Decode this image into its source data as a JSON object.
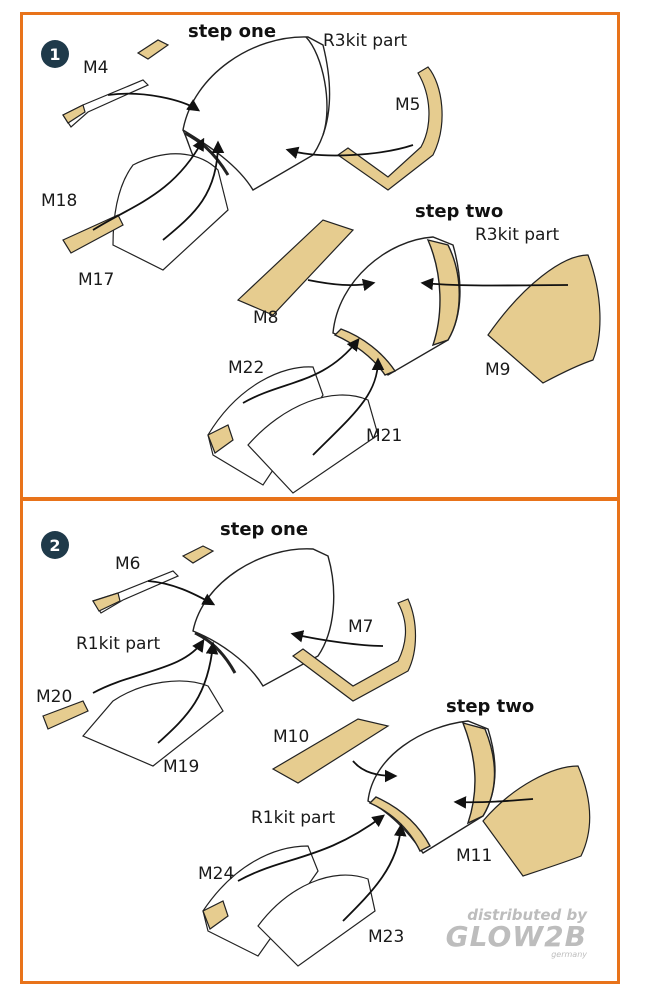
{
  "colors": {
    "border": "#e8731a",
    "part_fill": "#e6cc8f",
    "badge": "#1f3a4a"
  },
  "panel1": {
    "badge": "1",
    "step_one": "step one",
    "step_two": "step two",
    "labels": {
      "m4": "M4",
      "r3_top": "R3kit part",
      "m5": "M5",
      "m18": "M18",
      "m17": "M17",
      "r3_mid": "R3kit part",
      "m8": "M8",
      "m9": "M9",
      "m22": "M22",
      "m21": "M21"
    }
  },
  "panel2": {
    "badge": "2",
    "step_one": "step one",
    "step_two": "step two",
    "labels": {
      "m6": "M6",
      "r1_top": "R1kit part",
      "m7": "M7",
      "m20": "M20",
      "m19": "M19",
      "m10": "M10",
      "r1_mid": "R1kit part",
      "m11": "M11",
      "m24": "M24",
      "m23": "M23"
    }
  },
  "watermark": {
    "line1": "distributed by",
    "line2": "GLOW2B",
    "line3": "germany"
  }
}
